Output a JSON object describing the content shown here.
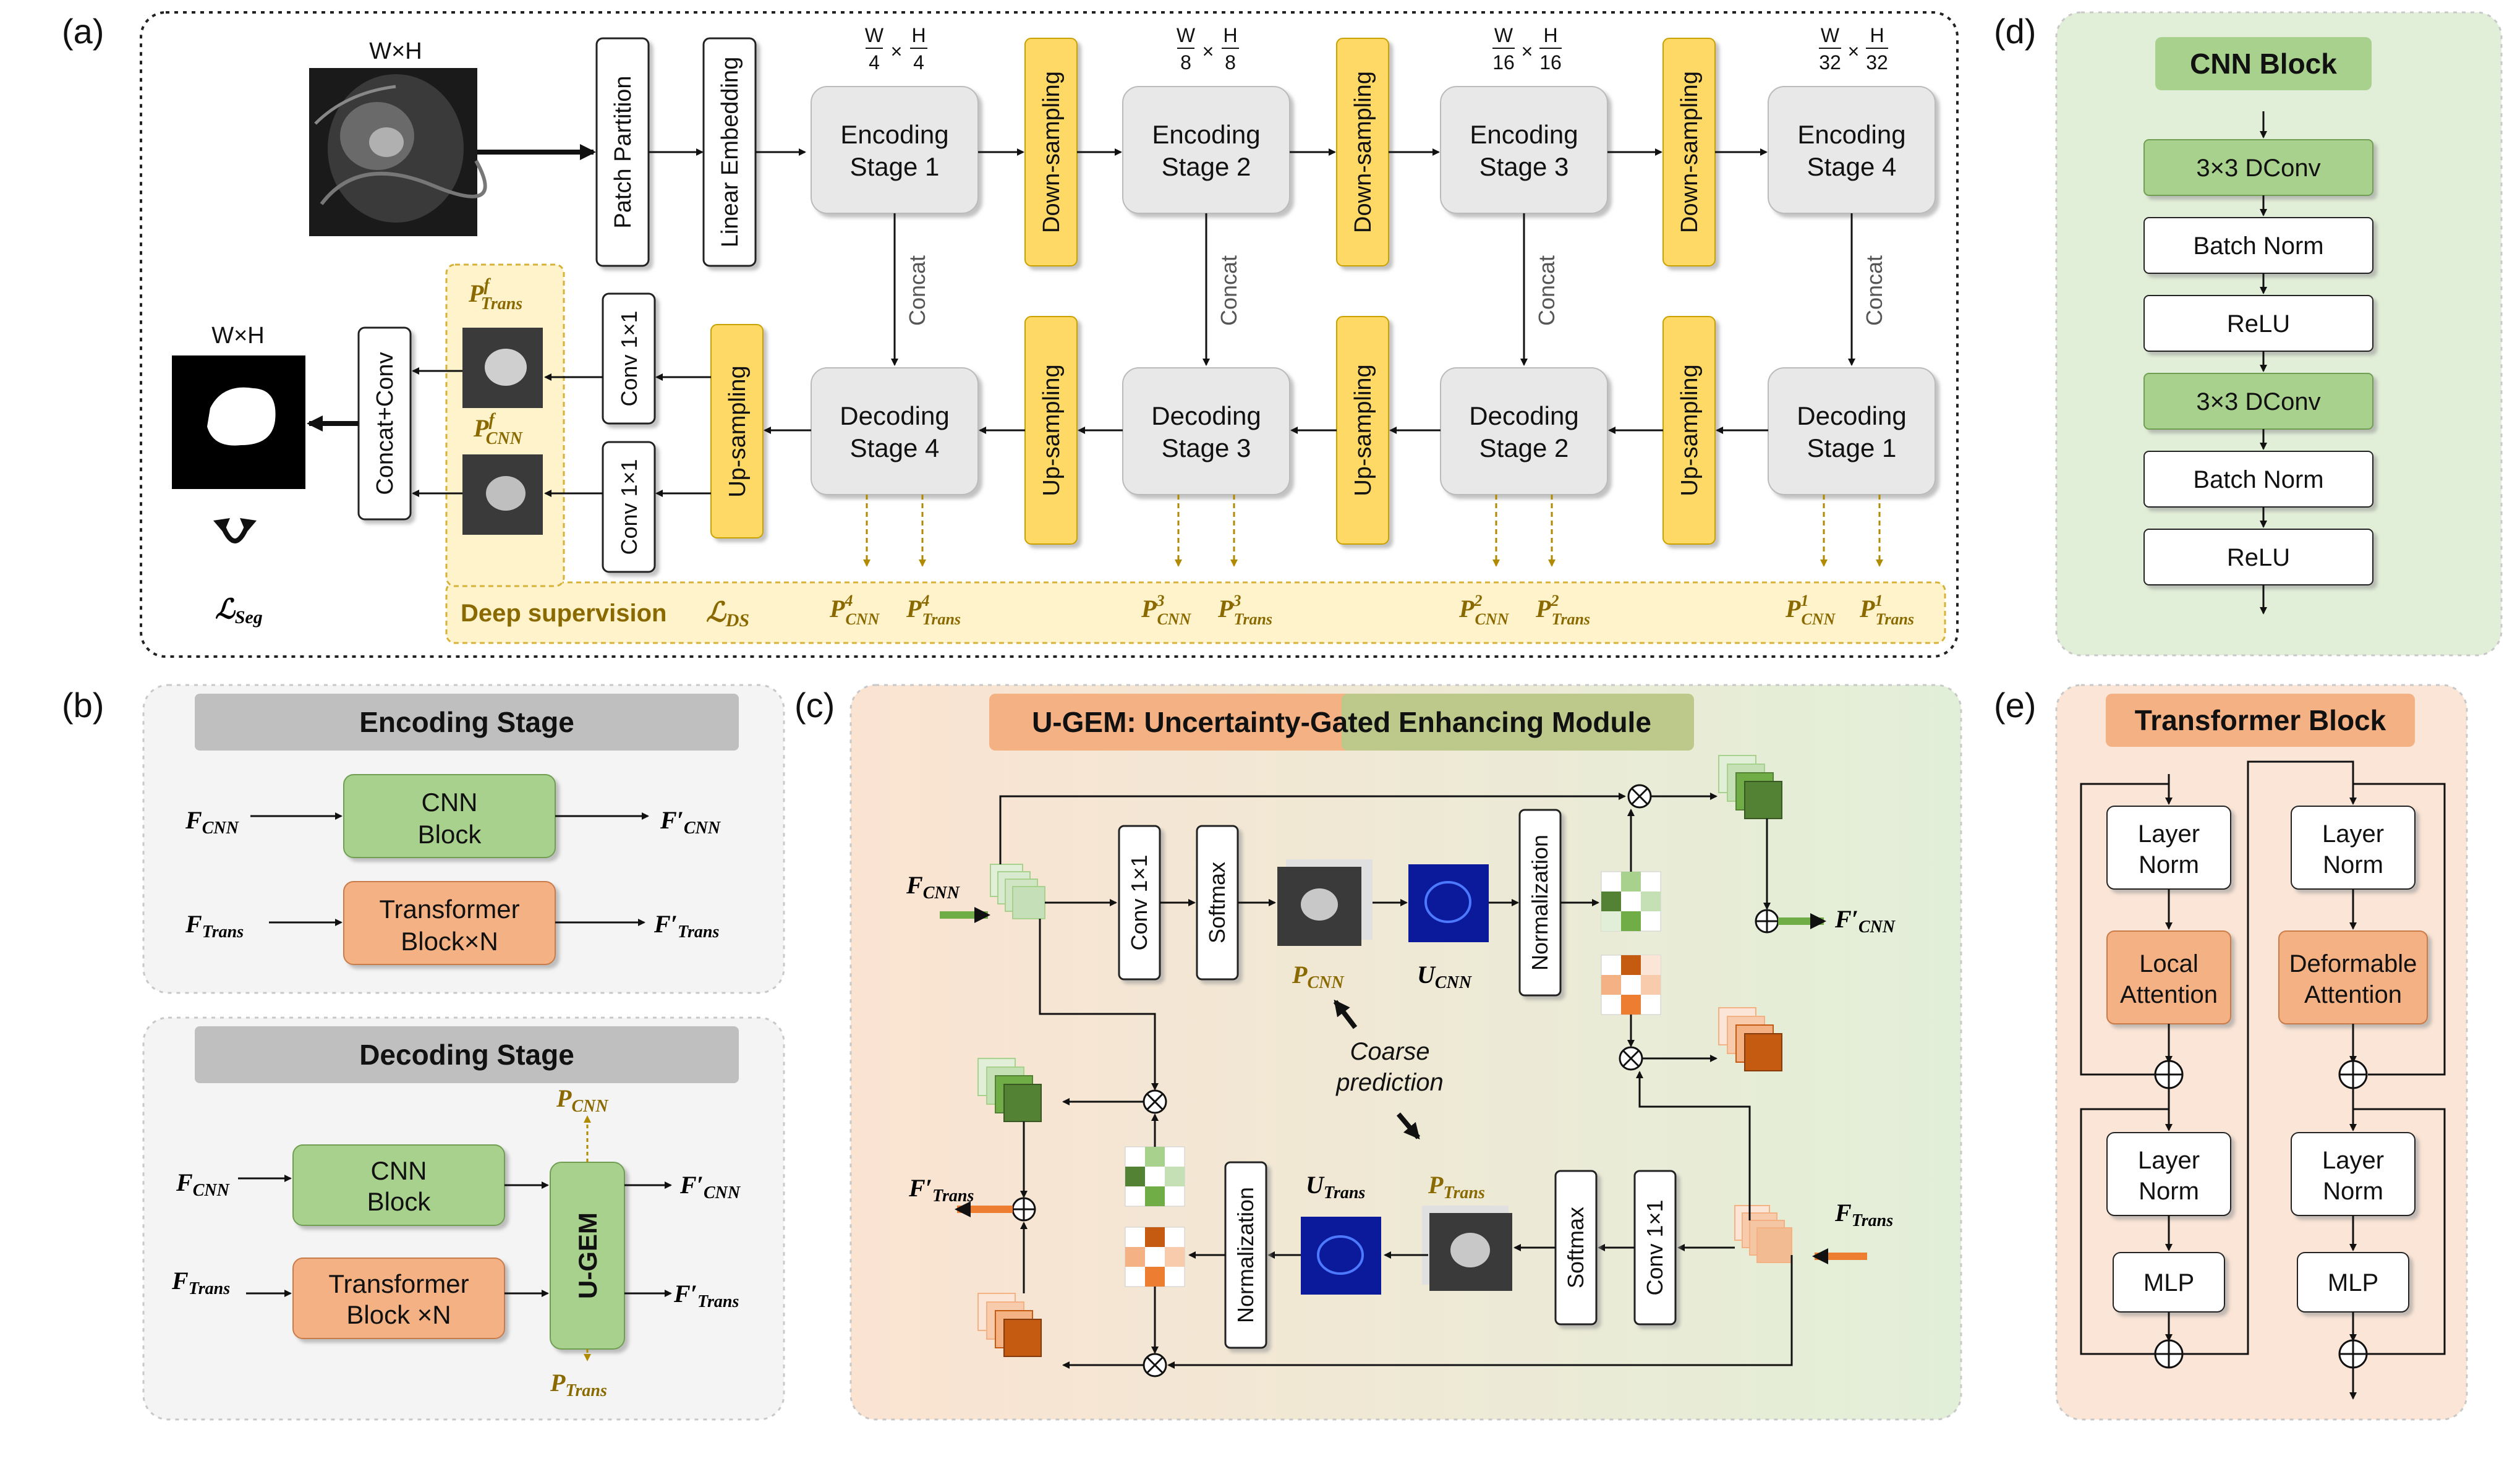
{
  "panels": {
    "a": "(a)",
    "b": "(b)",
    "c": "(c)",
    "d": "(d)",
    "e": "(e)"
  },
  "panel_a": {
    "input_size": "W×H",
    "output_size": "W×H",
    "patch_partition": "Patch Partition",
    "linear_embedding": "Linear Embedding",
    "encoding": [
      "Encoding",
      "Stage 1",
      "Encoding",
      "Stage 2",
      "Encoding",
      "Stage 3",
      "Encoding",
      "Stage 4"
    ],
    "decoding": [
      "Decoding",
      "Stage 4",
      "Decoding",
      "Stage 3",
      "Decoding",
      "Stage 2",
      "Decoding",
      "Stage 1"
    ],
    "down_sampling": "Down-sampling",
    "up_sampling": "Up-sampling",
    "concat": "Concat",
    "conv1x1": "Conv 1×1",
    "concat_conv": "Concat+Conv",
    "scales": [
      {
        "num": "W",
        "den": "4",
        "num2": "H",
        "den2": "4"
      },
      {
        "num": "W",
        "den": "8",
        "num2": "H",
        "den2": "8"
      },
      {
        "num": "W",
        "den": "16",
        "num2": "H",
        "den2": "16"
      },
      {
        "num": "W",
        "den": "32",
        "num2": "H",
        "den2": "32"
      }
    ],
    "p_trans_f": "P",
    "p_trans_f_sup": "f",
    "p_trans_f_sub": "Trans",
    "p_cnn_f": "P",
    "p_cnn_f_sup": "f",
    "p_cnn_f_sub": "CNN",
    "loss_seg": "ℒ",
    "loss_seg_sub": "Seg",
    "deep_supervision": "Deep supervision",
    "loss_ds": "ℒ",
    "loss_ds_sub": "DS",
    "ds_terms": [
      {
        "p": "P",
        "sup": "4",
        "a": "CNN",
        "b": "Trans"
      },
      {
        "p": "P",
        "sup": "3",
        "a": "CNN",
        "b": "Trans"
      },
      {
        "p": "P",
        "sup": "2",
        "a": "CNN",
        "b": "Trans"
      },
      {
        "p": "P",
        "sup": "1",
        "a": "CNN",
        "b": "Trans"
      }
    ]
  },
  "panel_b": {
    "encoding_title": "Encoding Stage",
    "decoding_title": "Decoding Stage",
    "cnn_block": [
      "CNN",
      "Block"
    ],
    "transformer_block_n": [
      "Transformer",
      "Block×N"
    ],
    "transformer_block_n2": [
      "Transformer",
      "Block ×N"
    ],
    "ugem": "U-GEM",
    "f": "F",
    "f_prime": "F′",
    "cnn": "CNN",
    "trans": "Trans",
    "p": "P"
  },
  "panel_c": {
    "title": "U-GEM: Uncertainty-Gated Enhancing Module",
    "conv1x1": "Conv 1×1",
    "softmax": "Softmax",
    "normalization": "Normalization",
    "p": "P",
    "u": "U",
    "f": "F",
    "f_prime": "F′",
    "cnn": "CNN",
    "trans": "Trans",
    "coarse": [
      "Coarse",
      "prediction"
    ]
  },
  "panel_d": {
    "title": "CNN Block",
    "layers": [
      "3×3 DConv",
      "Batch Norm",
      "ReLU",
      "3×3 DConv",
      "Batch Norm",
      "ReLU"
    ]
  },
  "panel_e": {
    "title": "Transformer Block",
    "layer_norm": [
      "Layer",
      "Norm"
    ],
    "local_attention": [
      "Local",
      "Attention"
    ],
    "deformable_attention": [
      "Deformable",
      "Attention"
    ],
    "mlp": "MLP"
  },
  "colors": {
    "green": "#a9d18e",
    "orange": "#f4b183",
    "yellow": "#ffd966",
    "gray_box": "#e6e6e6",
    "gold_text": "#8a6a00",
    "blue_map": "#0a1a9a"
  }
}
